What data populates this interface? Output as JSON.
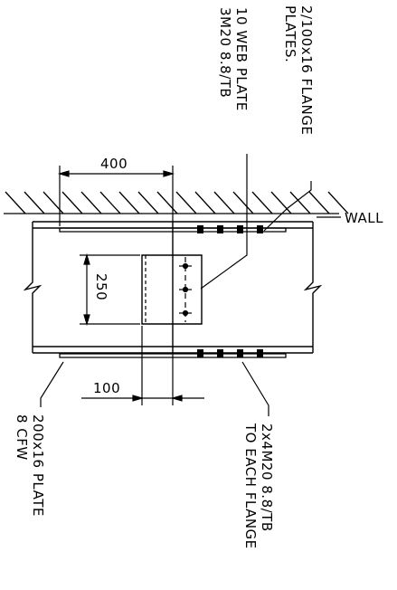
{
  "drawing": {
    "notes": {
      "flange_plates_line1": "2/100x16 FLANGE",
      "flange_plates_line2": "PLATES.",
      "web_plate_line1": "10 WEB PLATE",
      "web_plate_line2": "3M20 8.8/TB",
      "wall": "WALL",
      "bottom_plate_line1": "200x16 PLATE",
      "bottom_plate_line2": "8 CFW",
      "bolts_line1": "2x4M20 8.8/TB",
      "bolts_line2": "TO EACH FLANGE"
    },
    "dimensions": {
      "plate_length": "400",
      "web_plate_height": "250",
      "offset": "100"
    }
  }
}
